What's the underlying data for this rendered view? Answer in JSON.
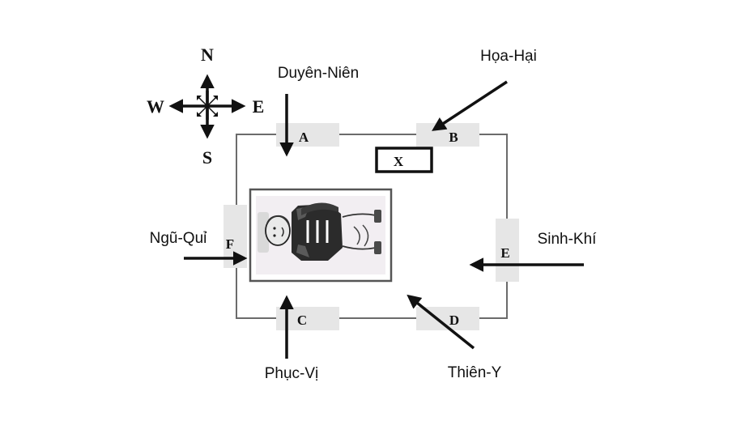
{
  "compass": {
    "north": "N",
    "south": "S",
    "east": "E",
    "west": "W"
  },
  "doors": {
    "a": "A",
    "b": "B",
    "c": "C",
    "d": "D",
    "e": "E",
    "f": "F"
  },
  "marker": "X",
  "directions": {
    "duyen_nien": "Duyên-Niên",
    "hoa_hai": "Họa-Hại",
    "ngu_qui": "Ngũ-Quỉ",
    "sinh_khi": "Sinh-Khí",
    "phuc_vi": "Phục-Vị",
    "thien_y": "Thiên-Y"
  },
  "colors": {
    "ink": "#111111",
    "wall": "#6b6b6b",
    "door": "#e6e6e6",
    "bed_border": "#555555",
    "bed_fill": "#f2eef2"
  }
}
